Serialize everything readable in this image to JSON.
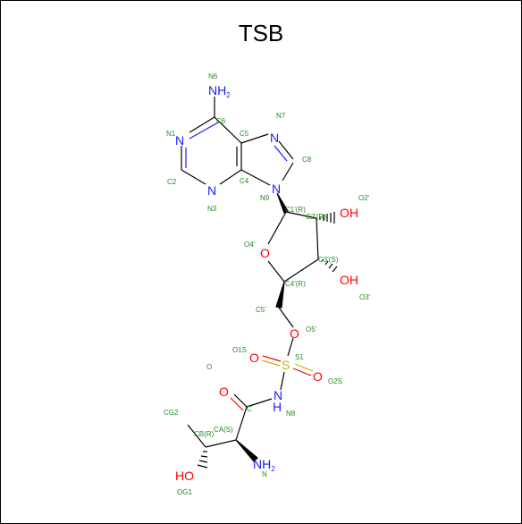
{
  "title": "TSB",
  "colors": {
    "carbon_bond": "#000000",
    "nitrogen": "#1a1aff",
    "oxygen": "#ff0000",
    "sulfur": "#c8b400",
    "label": "#228b22"
  },
  "atoms": {
    "n6": "NH",
    "n6_sub": "2",
    "n1": "N",
    "n3": "N",
    "n7": "N",
    "n9": "N",
    "o2": "OH",
    "o3": "OH",
    "o4": "O",
    "o5": "O",
    "o1s": "O",
    "o2s": "O",
    "s1": "S",
    "o": "O",
    "n8": "N",
    "n8_h": "H",
    "og1": "HO",
    "n": "NH",
    "n_sub": "2"
  },
  "labels": {
    "N6": "N6",
    "C6": "C6",
    "N1": "N1",
    "C5": "C5",
    "N7": "N7",
    "C8": "C8",
    "C2": "C2",
    "C4": "C4",
    "N3": "N3",
    "N9": "N9",
    "O2p": "O2'",
    "C1p": "C1'(R)",
    "C2p": "C2'(R)",
    "O4p": "O4'",
    "C3p": "C3'(S)",
    "C4p": "C4'(R)",
    "O3p": "O3'",
    "C5p": "C5'",
    "O5p": "O5'",
    "O1S": "O1S",
    "S1": "S1",
    "O2S": "O2S",
    "O": "O",
    "C": "C",
    "N8": "N8",
    "CG2": "CG2",
    "CB": "CB(R)",
    "CA": "CA(S)",
    "OG1": "OG1",
    "N": "N"
  }
}
